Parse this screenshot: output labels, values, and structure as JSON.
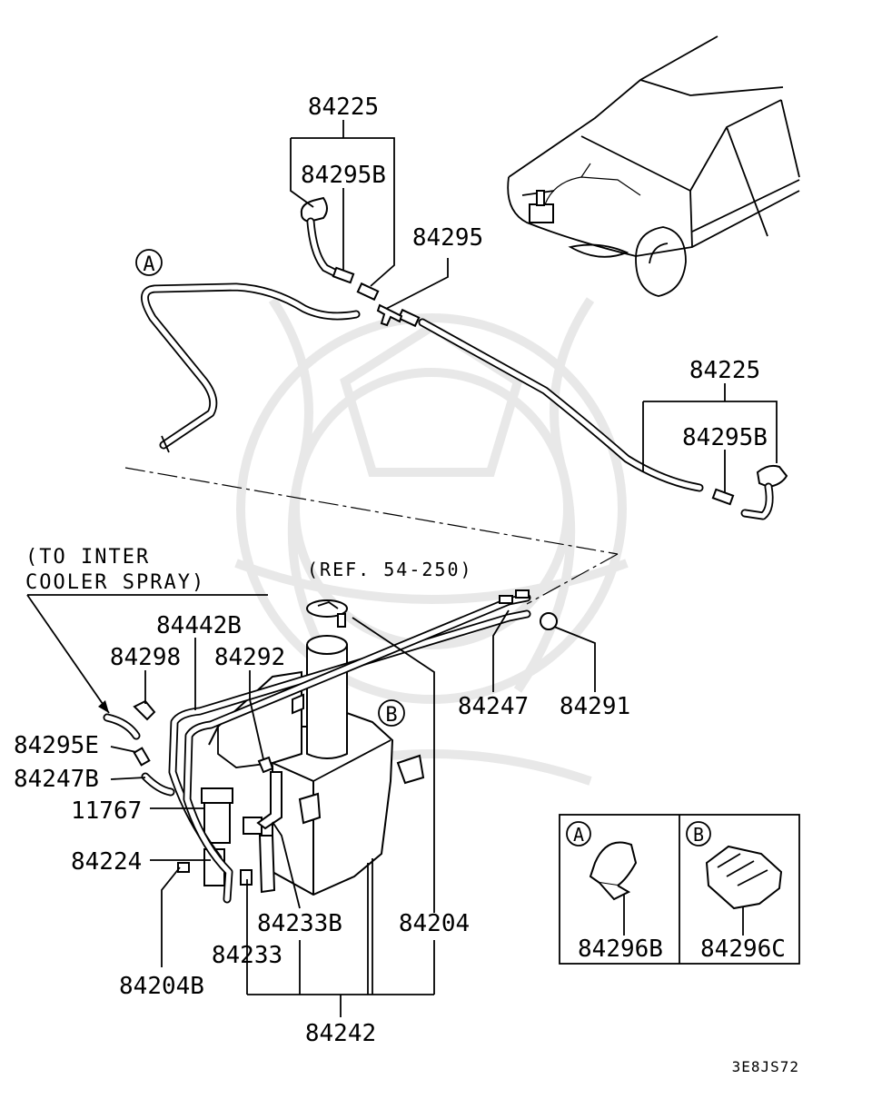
{
  "labels": {
    "p84225_top": "84225",
    "p84295b_top": "84295B",
    "p84295": "84295",
    "p84225_right": "84225",
    "p84295b_right": "84295B",
    "p84442b": "84442B",
    "p84298": "84298",
    "p84292": "84292",
    "p84295e": "84295E",
    "p84247b": "84247B",
    "p11767": "11767",
    "p84224": "84224",
    "p84233b": "84233B",
    "p84233": "84233",
    "p84204b": "84204B",
    "p84204": "84204",
    "p84242": "84242",
    "p84247": "84247",
    "p84291": "84291",
    "p84296b": "84296B",
    "p84296c": "84296C"
  },
  "callouts": {
    "a_main": "A",
    "b_main": "B",
    "a_inset": "A",
    "b_inset": "B"
  },
  "notes": {
    "intercooler_line1": "(TO INTER",
    "intercooler_line2": " COOLER SPRAY)",
    "ref": "(REF. 54-250)"
  },
  "diagram_code": "3E8JS72"
}
